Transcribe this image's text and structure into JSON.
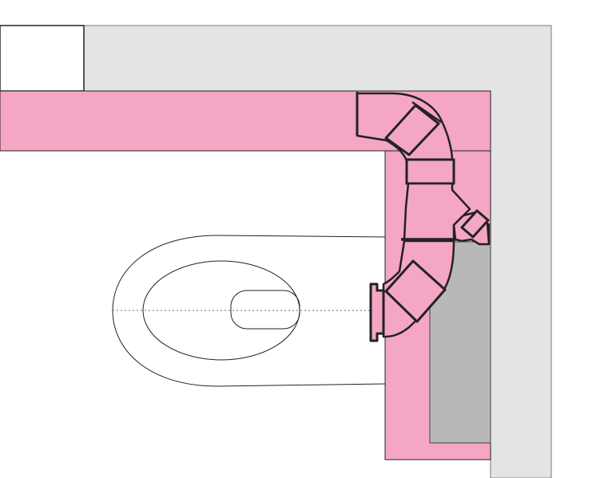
{
  "diagram": {
    "kind": "wc-drain-pipe-plan",
    "colors": {
      "background": "#ffffff",
      "wall": "#e4e4e4",
      "wall_stroke": "#777777",
      "chase": "#f4a6c4",
      "chase_stroke": "#222222",
      "cistern_block": "#b8b8b8",
      "pipe_fill": "#f4a6c4",
      "pipe_stroke": "#222222",
      "toilet_stroke": "#222222",
      "centerline": "#666666"
    },
    "elements": [
      "wall",
      "door-opening",
      "horizontal-chase",
      "vertical-chase",
      "cistern-block",
      "toilet-bowl",
      "drain-pipework"
    ]
  }
}
